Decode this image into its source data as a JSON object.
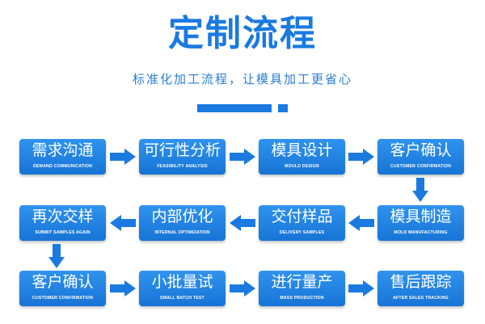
{
  "title": "定制流程",
  "subtitle": "标准化加工流程，让模具加工更省心",
  "accent_color": "#1a7ae0",
  "steps": [
    {
      "cn": "需求沟通",
      "en": "DEMAND COMMUNICATION"
    },
    {
      "cn": "可行性分析",
      "en": "FEASIBILITY ANALYSIS"
    },
    {
      "cn": "模具设计",
      "en": "MOULD DESIGN"
    },
    {
      "cn": "客户确认",
      "en": "CUSTOMER CONFIRMATION"
    },
    {
      "cn": "模具制造",
      "en": "MOLD MANUFACTURING"
    },
    {
      "cn": "交付样品",
      "en": "DELIVERY SAMPLES"
    },
    {
      "cn": "内部优化",
      "en": "INTERNAL OPTIMIZATION"
    },
    {
      "cn": "再次交样",
      "en": "SUBMIT SAMPLES AGAIN"
    },
    {
      "cn": "客户确认",
      "en": "CUSTOMER CONFIRMATION"
    },
    {
      "cn": "小批量试",
      "en": "SMALL BATCH TEST"
    },
    {
      "cn": "进行量产",
      "en": "MASS PRODUCTION"
    },
    {
      "cn": "售后跟踪",
      "en": "AFTER SALES TRACKING"
    }
  ]
}
